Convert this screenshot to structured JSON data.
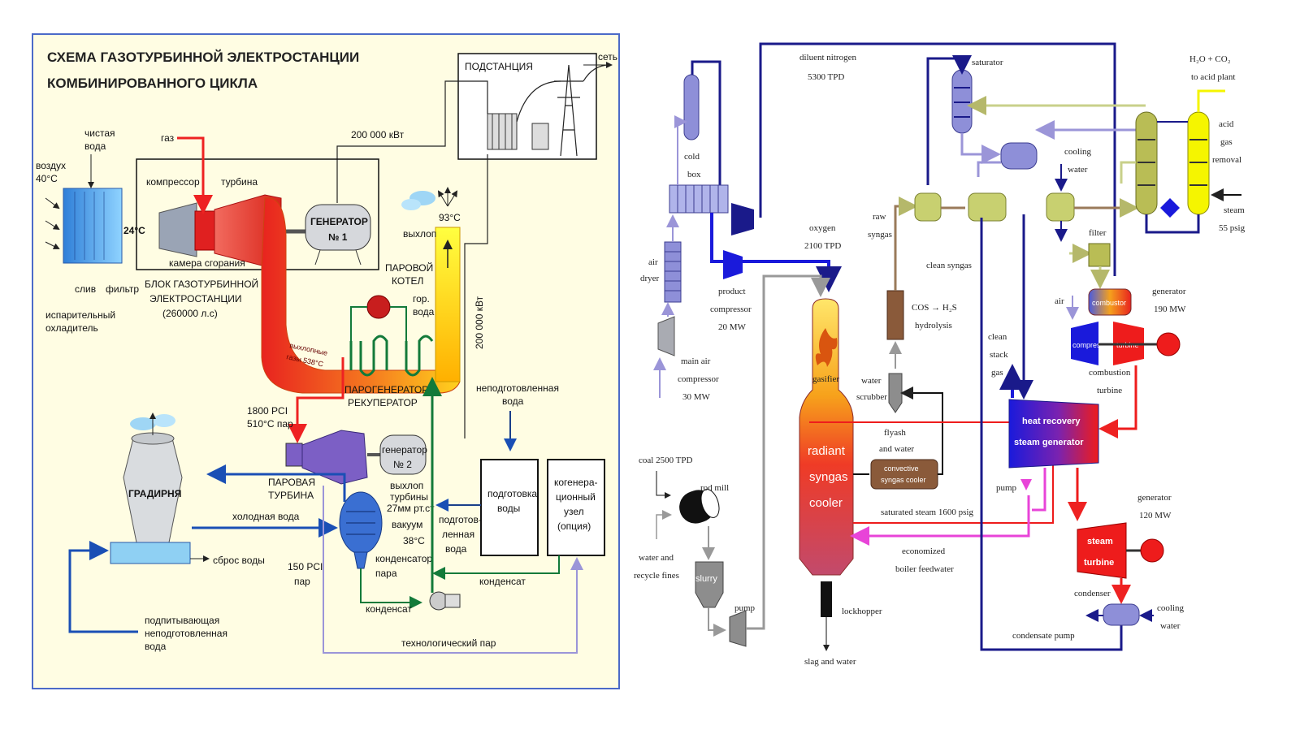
{
  "left": {
    "title_line1": "СХЕМА ГАЗОТУРБИННОЙ ЭЛЕКТРОСТАНЦИИ",
    "title_line2": "КОМБИНИРОВАННОГО ЦИКЛА",
    "substation": "ПОДСТАНЦИЯ",
    "grid": "сеть",
    "power1": "200 000 кВт",
    "power2": "200 000 кВт",
    "gas": "газ",
    "clean_water": [
      "чистая",
      "вода"
    ],
    "air": [
      "воздух",
      "40°С"
    ],
    "compressor": "компрессор",
    "turbine": "турбина",
    "temp24": "24°С",
    "generator1": [
      "ГЕНЕРАТОР",
      "№ 1"
    ],
    "combustion_chamber": "камера сгорания",
    "drain": "слив",
    "filter": "фильтр",
    "evap_cooler": [
      "испарительный",
      "охладитель"
    ],
    "gt_block": [
      "БЛОК ГАЗОТУРБИННОЙ",
      "ЭЛЕКТРОСТАНЦИИ",
      "(260000 л.с)"
    ],
    "exhaust_temp": "93°С",
    "exhaust": "выхлоп",
    "steam_boiler": [
      "ПАРОВОЙ",
      "КОТЕЛ"
    ],
    "hot_water": [
      "гор.",
      "вода"
    ],
    "exhaust_gases": [
      "выхлопные",
      "газы 538°С"
    ],
    "hrsg": [
      "ПАРОГЕНЕРАТОР-",
      "РЕКУПЕРАТОР"
    ],
    "untreated_water": [
      "неподготовленная",
      "вода"
    ],
    "steam_1800": [
      "1800 PCI",
      "510°С пар"
    ],
    "generator2": [
      "генератор",
      "№ 2"
    ],
    "steam_turbine": [
      "ПАРОВАЯ",
      "ТУРБИНА"
    ],
    "turbine_exhaust": [
      "выхлоп",
      "турбины",
      "27мм рт.ст",
      "вакуум",
      "38°С"
    ],
    "water_treatment": [
      "подготовка",
      "воды"
    ],
    "cogeneration": [
      "когенера-",
      "ционный",
      "узел",
      "(опция)"
    ],
    "cooling_tower": "ГРАДИРНЯ",
    "cold_water": "холодная вода",
    "treated_water": [
      "подготов-",
      "ленная",
      "вода"
    ],
    "water_discharge": "сброс воды",
    "steam_condenser": [
      "конденсатор",
      "пара"
    ],
    "steam_150": [
      "150 PCI",
      "пар"
    ],
    "condensate": "конденсат",
    "condensate2": "конденсат",
    "makeup_water": [
      "подпитывающая",
      "неподготовленная",
      "вода"
    ],
    "process_steam": "технологический пар"
  },
  "right": {
    "diluent_nitrogen": [
      "diluent nitrogen",
      "5300 TPD"
    ],
    "saturator": "saturator",
    "acid_plant": [
      "H₂O + CO₂",
      "to acid plant"
    ],
    "cold_box": [
      "cold",
      "box"
    ],
    "cooling_water": [
      "cooling",
      "water"
    ],
    "acid_gas_removal": [
      "acid",
      "gas",
      "removal"
    ],
    "steam_55": [
      "steam",
      "55 psig"
    ],
    "raw_syngas": [
      "raw",
      "syngas"
    ],
    "oxygen": [
      "oxygen",
      "2100 TPD"
    ],
    "clean_syngas": "clean syngas",
    "filter": "filter",
    "air_dryer": [
      "air",
      "dryer"
    ],
    "product_compressor": [
      "product",
      "compressor",
      "20 MW"
    ],
    "cos_hydrolysis": [
      "COS → H₂S",
      "hydrolysis"
    ],
    "air": "air",
    "combustor": "combustor",
    "generator_190": [
      "generator",
      "190 MW"
    ],
    "main_air_compressor": [
      "main air",
      "compressor",
      "30 MW"
    ],
    "gasifier": "gasifier",
    "clean_stack_gas": [
      "clean",
      "stack",
      "gas"
    ],
    "compressor": "compressor",
    "turbine": "turbine",
    "combustion_turbine": [
      "combustion",
      "turbine"
    ],
    "water_scrubber": [
      "water",
      "scrubber"
    ],
    "flyash_water": [
      "flyash",
      "and water"
    ],
    "hrsg": [
      "heat recovery",
      "steam generator"
    ],
    "convective_cooler": [
      "convective",
      "syngas cooler"
    ],
    "coal": "coal 2500 TPD",
    "rod_mill": "rod mill",
    "radiant_cooler": [
      "radiant",
      "syngas",
      "cooler"
    ],
    "pump_hrsg": "pump",
    "saturated_steam": "saturated steam 1600 psig",
    "generator_120": [
      "generator",
      "120 MW"
    ],
    "steam_turbine": [
      "steam",
      "turbine"
    ],
    "water_recycle": [
      "water and",
      "recycle fines"
    ],
    "slurry": "slurry",
    "economized_bfw": [
      "economized",
      "boiler feedwater"
    ],
    "condenser": "condenser",
    "pump_slurry": "pump",
    "lockhopper": "lockhopper",
    "cooling_water2": [
      "cooling",
      "water"
    ],
    "condensate_pump": "condensate pump",
    "slag_water": "slag and water"
  }
}
